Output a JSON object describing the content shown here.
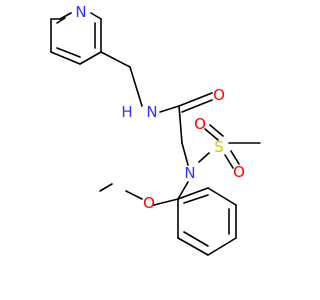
{
  "molecule": {
    "colors": {
      "bond": "#000000",
      "N": "#3333ff",
      "O": "#ff0000",
      "S": "#cccc00",
      "background": "#ffffff"
    },
    "atoms": [
      {
        "id": "n_pyridine",
        "label": "N",
        "element": "N"
      },
      {
        "id": "n_amide",
        "label": "N",
        "element": "N"
      },
      {
        "id": "h_amide",
        "label": "H",
        "element": "N"
      },
      {
        "id": "o_carbonyl",
        "label": "O",
        "element": "O"
      },
      {
        "id": "n_sulfonamide",
        "label": "N",
        "element": "N"
      },
      {
        "id": "s_sulfonyl",
        "label": "S",
        "element": "S"
      },
      {
        "id": "o_sulfonyl_top",
        "label": "O",
        "element": "O"
      },
      {
        "id": "o_sulfonyl_bottom",
        "label": "O",
        "element": "O"
      },
      {
        "id": "o_methoxy",
        "label": "O",
        "element": "O"
      }
    ]
  }
}
